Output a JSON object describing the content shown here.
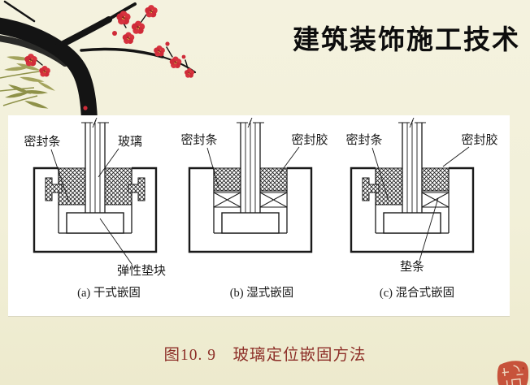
{
  "header": {
    "title": "建筑装饰施工技术"
  },
  "figure": {
    "caption": "图10. 9　玻璃定位嵌固方法",
    "diagrams": [
      {
        "caption": "(a) 干式嵌固",
        "labels": {
          "left": "密封条",
          "right": "玻璃",
          "bottom": "弹性垫块"
        }
      },
      {
        "caption": "(b) 湿式嵌固",
        "labels": {
          "left": "密封条",
          "right": "密封胶"
        }
      },
      {
        "caption": "(c) 混合式嵌固",
        "labels": {
          "left": "密封条",
          "right": "密封胶",
          "bottom": "垫条"
        }
      }
    ]
  },
  "decorations": {
    "painting": "plum-blossom-ink-painting",
    "seal": "red-artist-seal"
  },
  "colors": {
    "background": "#f2f0d9",
    "panel": "#ffffff",
    "caption_red": "#8d2f28",
    "seal_red": "#c4472f",
    "ink": "#1a1a1a",
    "blossom_red": "#d7333f",
    "bamboo_olive": "#9aa052"
  }
}
